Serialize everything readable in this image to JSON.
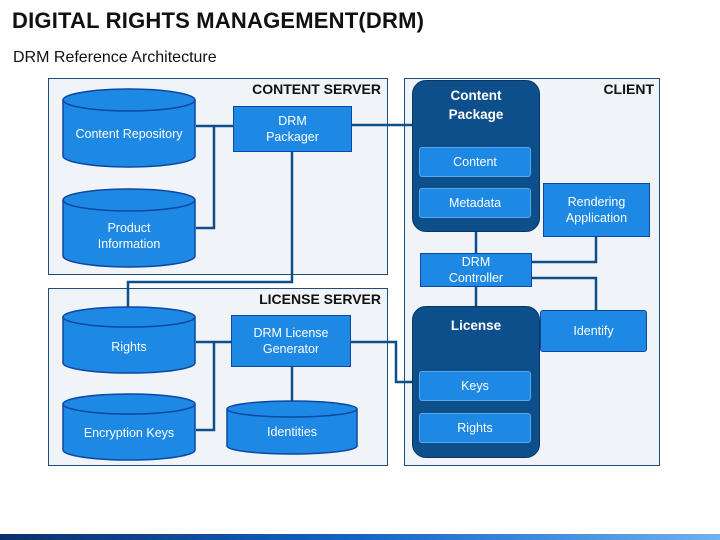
{
  "header": {
    "title": "DIGITAL RIGHTS MANAGEMENT(DRM)",
    "subtitle": "DRM Reference Architecture"
  },
  "panels": {
    "content_server": "CONTENT SERVER",
    "license_server": "LICENSE SERVER",
    "client": "CLIENT"
  },
  "content_server": {
    "repository": "Content Repository",
    "product_info": "Product\nInformation",
    "packager": "DRM\nPackager"
  },
  "license_server": {
    "rights": "Rights",
    "encryption_keys": "Encryption Keys",
    "generator": "DRM License\nGenerator",
    "identities": "Identities"
  },
  "client": {
    "content_package": {
      "title": "Content\nPackage",
      "items": [
        "Content",
        "Metadata"
      ]
    },
    "license": {
      "title": "License",
      "items": [
        "Keys",
        "Rights"
      ]
    },
    "rendering": "Rendering\nApplication",
    "controller": "DRM\nController",
    "identify": "Identify"
  },
  "colors": {
    "box_fill": "#1e88e5",
    "box_border": "#0d47a1",
    "dark_package": "#0d4f8b",
    "connector": "#0d4f8b",
    "panel_bg": "#f0f4f8"
  }
}
